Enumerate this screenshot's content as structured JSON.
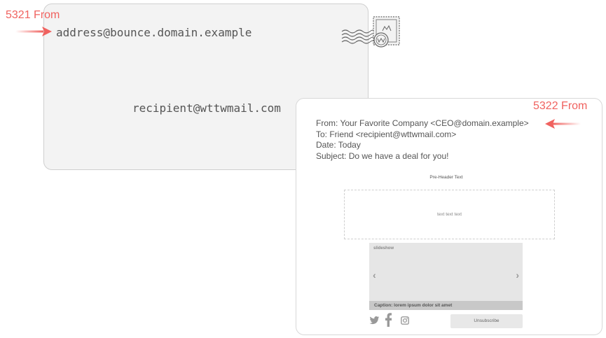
{
  "annotations": {
    "label_5321": "5321 From",
    "label_5322": "5322 From",
    "accent_color": "#f0625f"
  },
  "envelope": {
    "from_address": "address@bounce.domain.example",
    "to_address": "recipient@wttwmail.com",
    "stamp_icon": "postage-stamp-icon"
  },
  "email": {
    "header_from": "From: Your Favorite Company <CEO@domain.example>",
    "header_to": "To: Friend <recipient@wttwmail.com>",
    "header_date": "Date: Today",
    "header_subject": "Subject: Do we have a deal for you!",
    "preheader": "Pre-Header Text",
    "body_text": "text text text",
    "slideshow_label": "slideshow",
    "prev_glyph": "‹",
    "next_glyph": "›",
    "caption": "Caption: lorem ipsum dolor sit amet",
    "social_icons": [
      "twitter-icon",
      "facebook-icon",
      "instagram-icon"
    ],
    "unsubscribe_label": "Unsubscribe"
  }
}
